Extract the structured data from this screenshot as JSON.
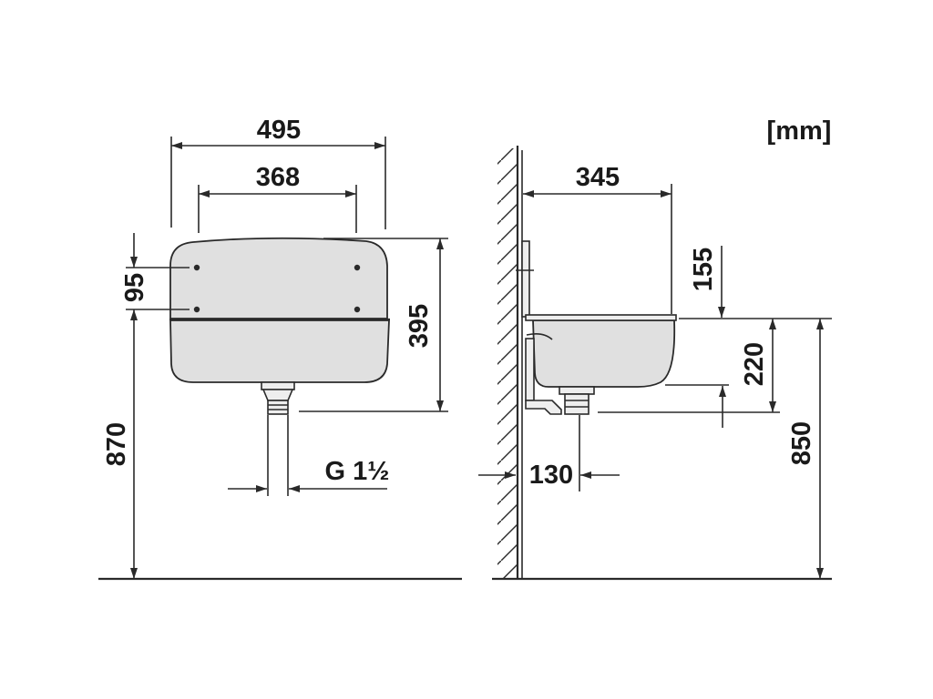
{
  "units": "[mm]",
  "front_view": {
    "width_outer": "495",
    "width_holes": "368",
    "hole_spacing": "95",
    "height": "395",
    "hole_height": "870",
    "drain_thread": "G 1½"
  },
  "side_view": {
    "depth": "345",
    "bracket_to_rim": "155",
    "rim_to_drain": "220",
    "rim_height": "850",
    "drain_from_wall": "130"
  },
  "colors": {
    "line": "#2a2a2a",
    "basin_fill": "#e0e0e0",
    "background": "#ffffff"
  }
}
